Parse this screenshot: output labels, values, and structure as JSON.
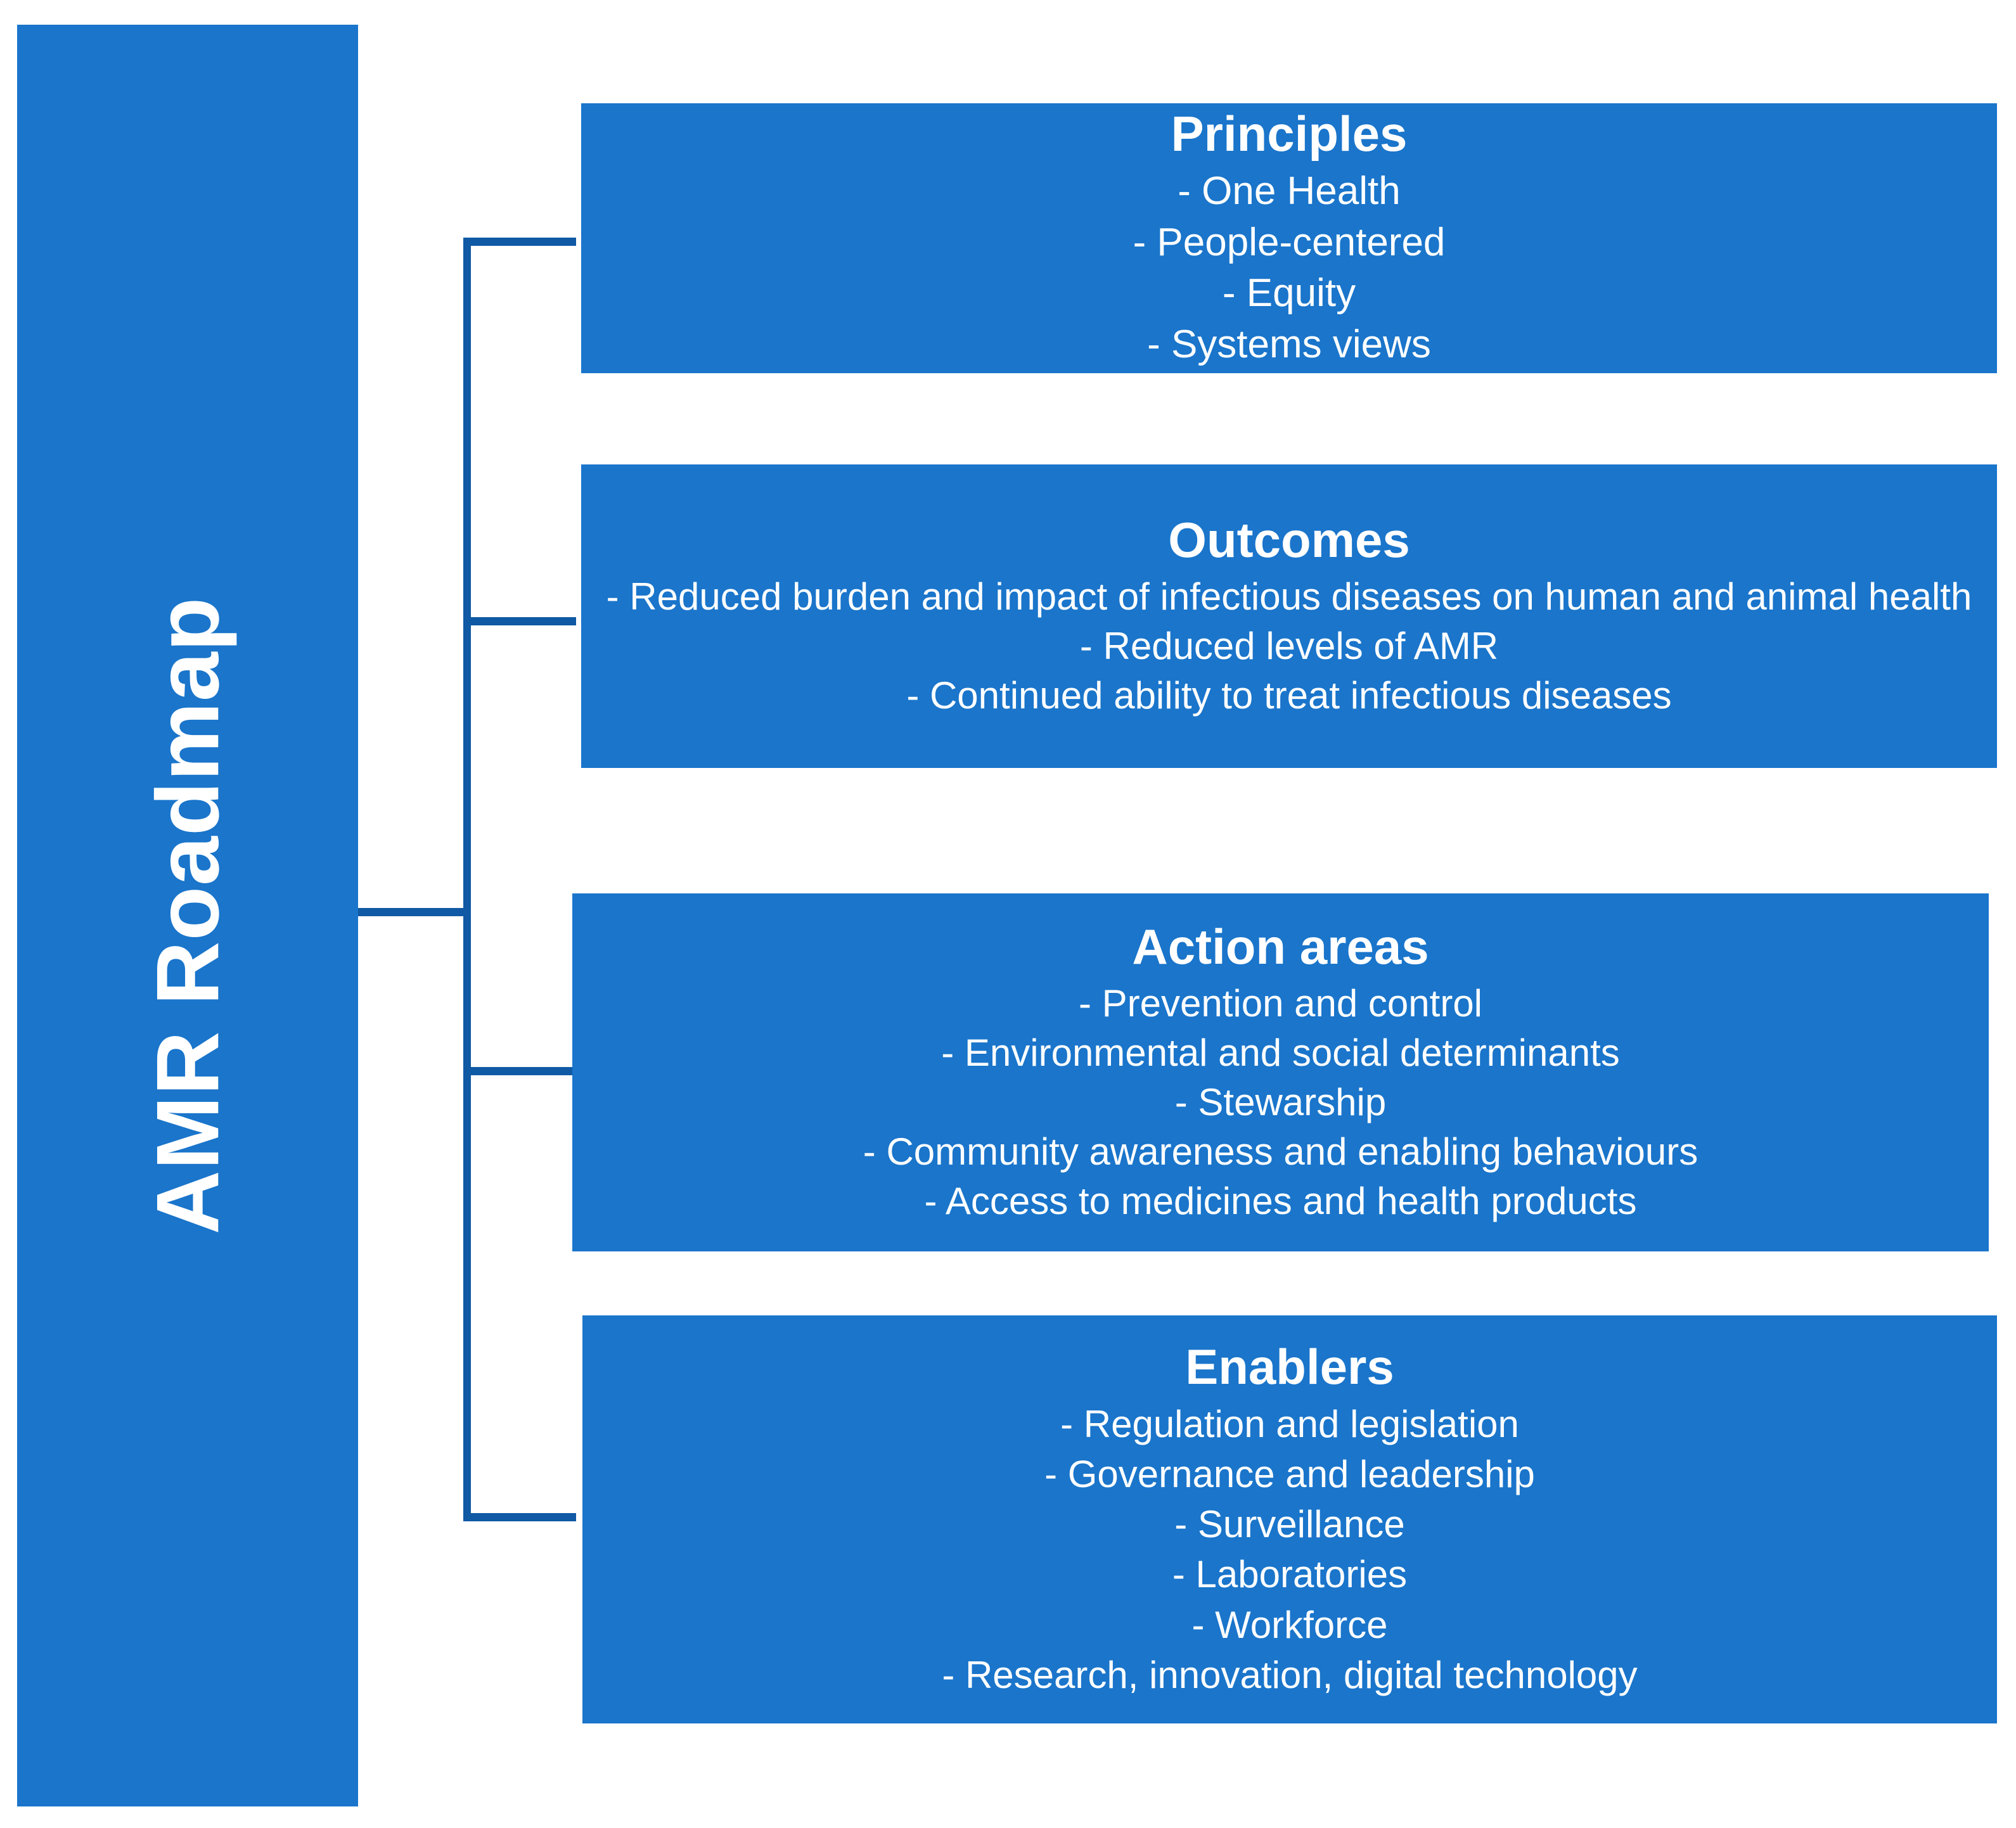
{
  "spine": {
    "label": "AMR Roadmap"
  },
  "colors": {
    "box_fill": "#1a75cb",
    "connector": "#1059a5",
    "text": "#ffffff",
    "background": "#ffffff"
  },
  "nodes": [
    {
      "id": "principles",
      "title": "Principles",
      "items": [
        "- One Health",
        "- People-centered",
        "- Equity",
        "- Systems views"
      ]
    },
    {
      "id": "outcomes",
      "title": "Outcomes",
      "items": [
        "- Reduced burden and impact of infectious diseases on human and animal health",
        "- Reduced levels of AMR",
        "- Continued ability to treat infectious diseases"
      ]
    },
    {
      "id": "action-areas",
      "title": "Action areas",
      "items": [
        "- Prevention and control",
        "- Environmental and social determinants",
        "- Stewarship",
        "- Community awareness and enabling behaviours",
        "-  Access to medicines and health products"
      ]
    },
    {
      "id": "enablers",
      "title": "Enablers",
      "items": [
        "- Regulation and legislation",
        "- Governance and leadership",
        "- Surveillance",
        "- Laboratories",
        "- Workforce",
        "- Research, innovation, digital technology"
      ]
    }
  ]
}
